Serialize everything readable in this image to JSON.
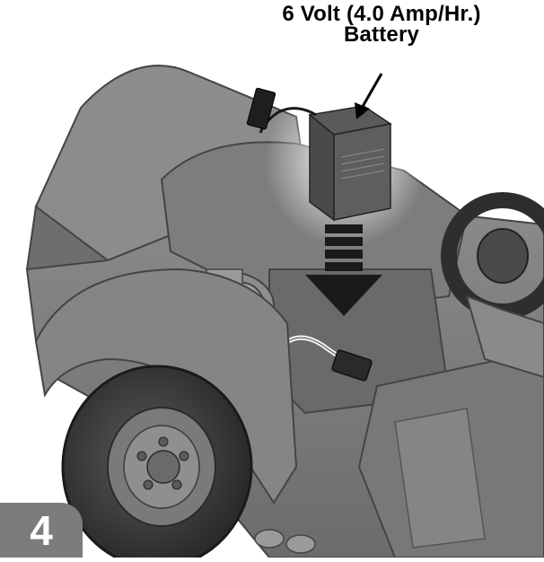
{
  "callout": {
    "line1": "6 Volt (4.0 Amp/Hr.)",
    "line2": "Battery"
  },
  "step": {
    "number": "4"
  }
}
